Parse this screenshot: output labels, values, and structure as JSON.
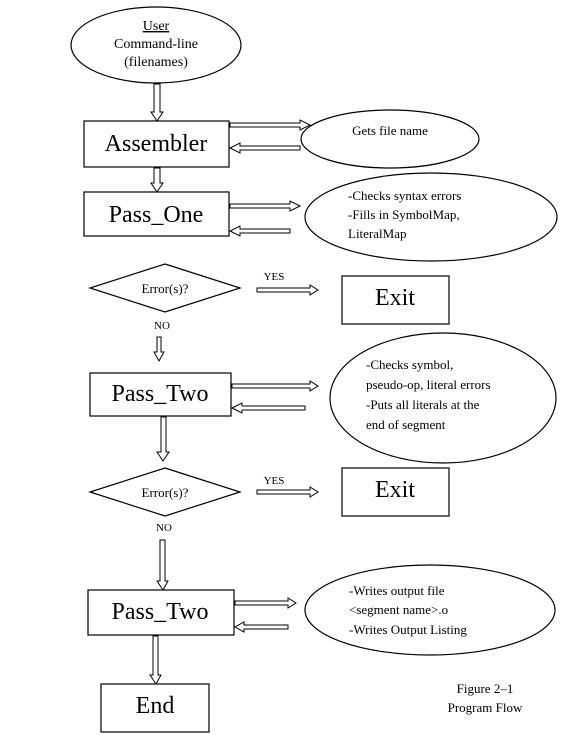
{
  "diagram": {
    "start": {
      "title": "User",
      "line2": "Command-line",
      "line3": "(filenames)"
    },
    "assembler": {
      "label": "Assembler",
      "note": "Gets file name"
    },
    "pass_one": {
      "label": "Pass_One",
      "note_lines": [
        "-Checks syntax errors",
        "-Fills in SymbolMap,",
        "LiteralMap"
      ]
    },
    "decision1": {
      "label": "Error(s)?",
      "yes": "YES",
      "no": "NO",
      "exit": "Exit"
    },
    "pass_two_a": {
      "label": "Pass_Two",
      "note_lines": [
        "-Checks symbol,",
        "pseudo-op, literal errors",
        "-Puts all literals at the",
        "end  of segment"
      ]
    },
    "decision2": {
      "label": "Error(s)?",
      "yes": "YES",
      "no": "NO",
      "exit": "Exit"
    },
    "pass_two_b": {
      "label": "Pass_Two",
      "note_lines": [
        "-Writes output file",
        "<segment name>.o",
        "-Writes Output Listing"
      ]
    },
    "end": {
      "label": "End"
    },
    "caption": {
      "line1": "Figure 2–1",
      "line2": "Program Flow"
    }
  }
}
